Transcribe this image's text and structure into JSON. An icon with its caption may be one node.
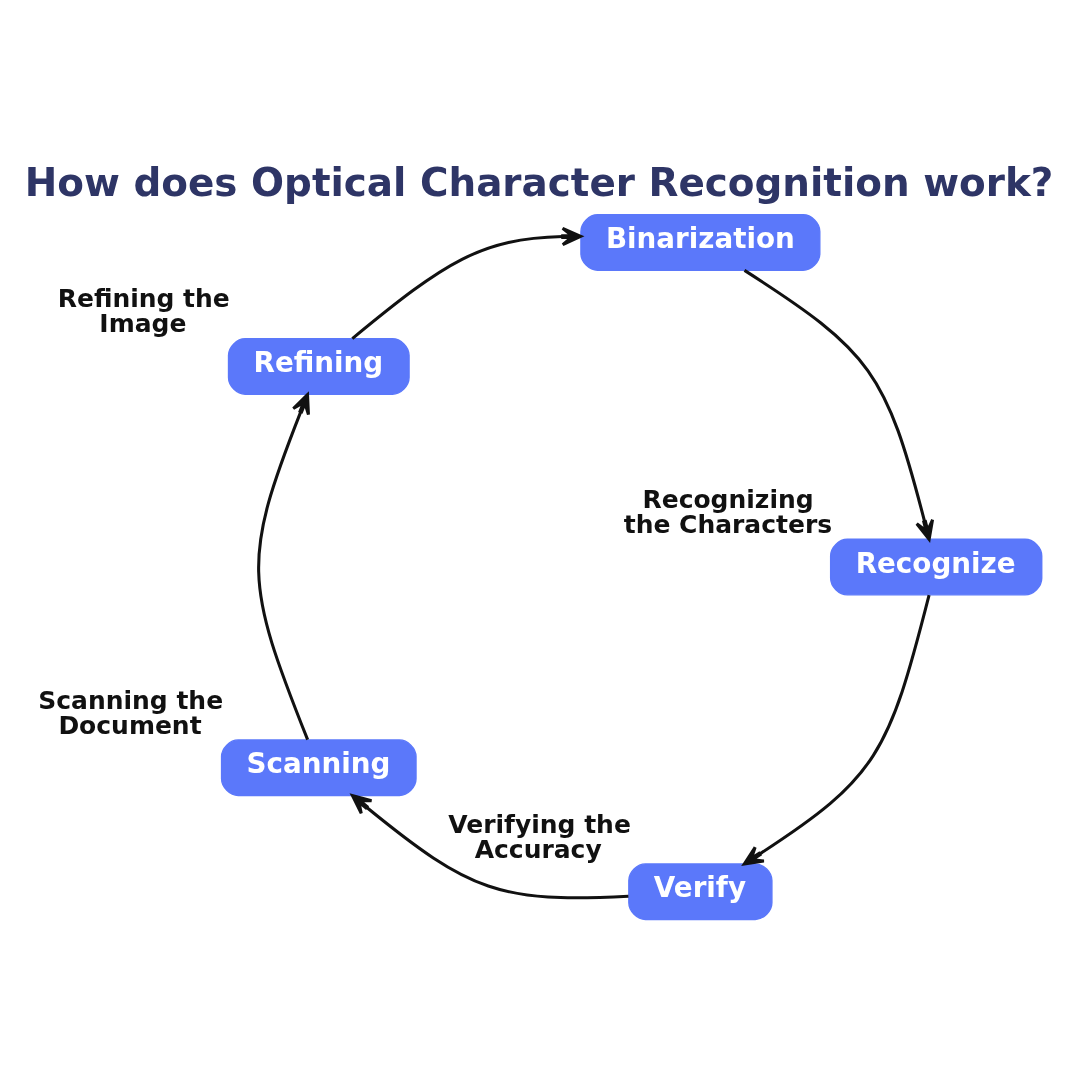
{
  "diagram": {
    "title": "How does Optical Character Recognition work?",
    "nodes": [
      {
        "text": [
          "Scanning"
        ],
        "beside": [
          "Scanning the Document"
        ]
      },
      {
        "text": [
          "Refining"
        ],
        "beside": [
          "Refining the Image"
        ]
      },
      {
        "text": [
          "Binarization"
        ]
      },
      {
        "text": [
          "Recognize"
        ],
        "beside": [
          "Recognizing the Characters"
        ]
      },
      {
        "text": [
          "Verify"
        ],
        "beside": [
          "Verifying the Accuracy"
        ]
      }
    ],
    "edges": [
      {
        "from": 0,
        "to": 1,
        "arrow": "to"
      },
      {
        "from": 1,
        "to": 2,
        "arrow": "to"
      },
      {
        "from": 2,
        "to": 3,
        "arrow": "to"
      },
      {
        "from": 3,
        "to": 4,
        "arrow": "to"
      },
      {
        "from": 4,
        "to": 0,
        "arrow": "to"
      }
    ]
  }
}
